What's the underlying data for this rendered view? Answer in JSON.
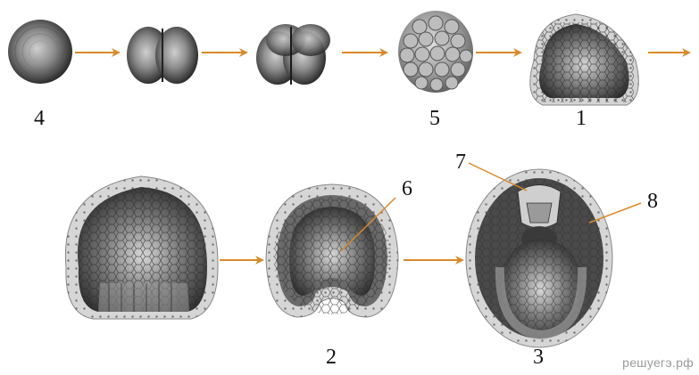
{
  "figure": {
    "labels": {
      "l4": "4",
      "l5": "5",
      "l1": "1",
      "l6": "6",
      "l7": "7",
      "l8": "8",
      "l2": "2",
      "l3": "3"
    },
    "watermark": "решуегэ.рф"
  },
  "colors": {
    "arrow": "#d98a2a",
    "leader": "#d98a2a",
    "ink": "#111111",
    "cell_dark": "#2e2e2e",
    "cell_mid": "#8a8a8a",
    "cell_light": "#d6d6d6",
    "membrane": "#cfcfcf"
  }
}
